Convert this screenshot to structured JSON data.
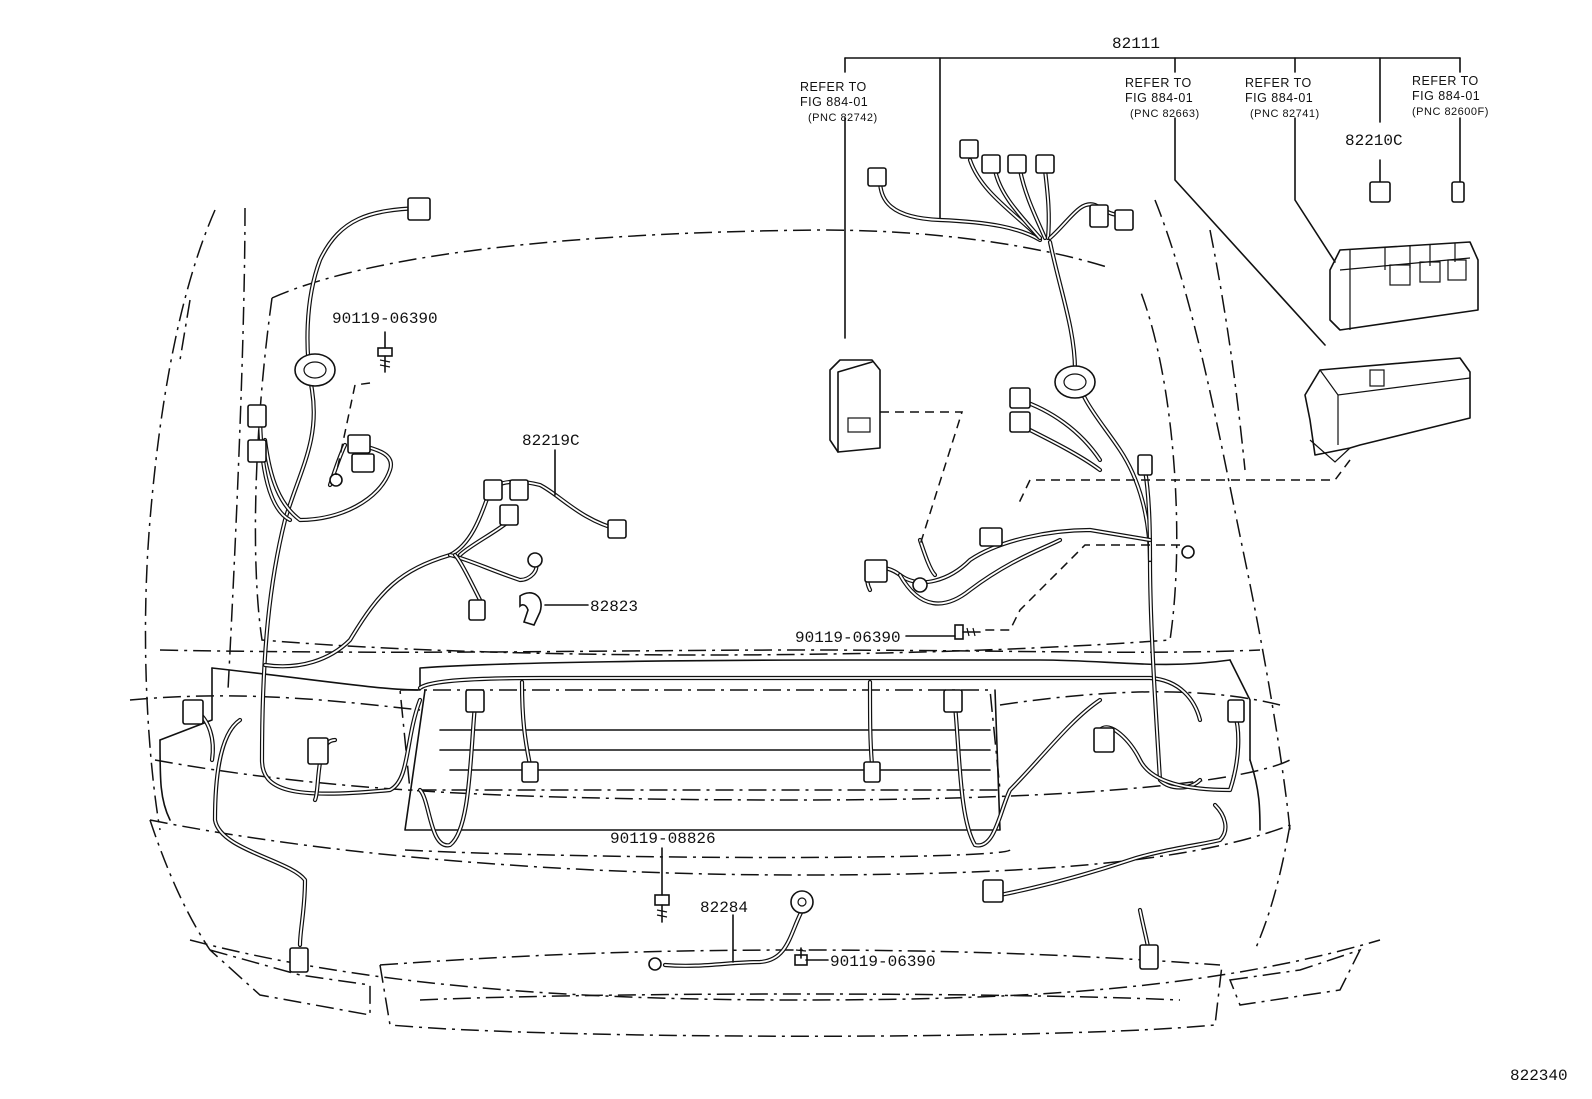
{
  "diagram_id": "822340",
  "main_harness": "82111",
  "refs": [
    {
      "line1": "REFER TO",
      "line2": "FIG 884-01",
      "line3": "(PNC 82742)"
    },
    {
      "line1": "REFER TO",
      "line2": "FIG 884-01",
      "line3": "(PNC 82663)"
    },
    {
      "line1": "REFER TO",
      "line2": "FIG 884-01",
      "line3": "(PNC 82741)"
    },
    {
      "line1": "REFER TO",
      "line2": "FIG 884-01",
      "line3": "(PNC 82600F)"
    }
  ],
  "parts": {
    "p82210c": "82210C",
    "p82219c": "82219C",
    "p82823": "82823",
    "p82284": "82284",
    "bolt_left_top": "90119-06390",
    "bolt_center": "90119-06390",
    "bolt_bottom_left": "90119-08826",
    "bolt_bottom_right": "90119-06390"
  }
}
